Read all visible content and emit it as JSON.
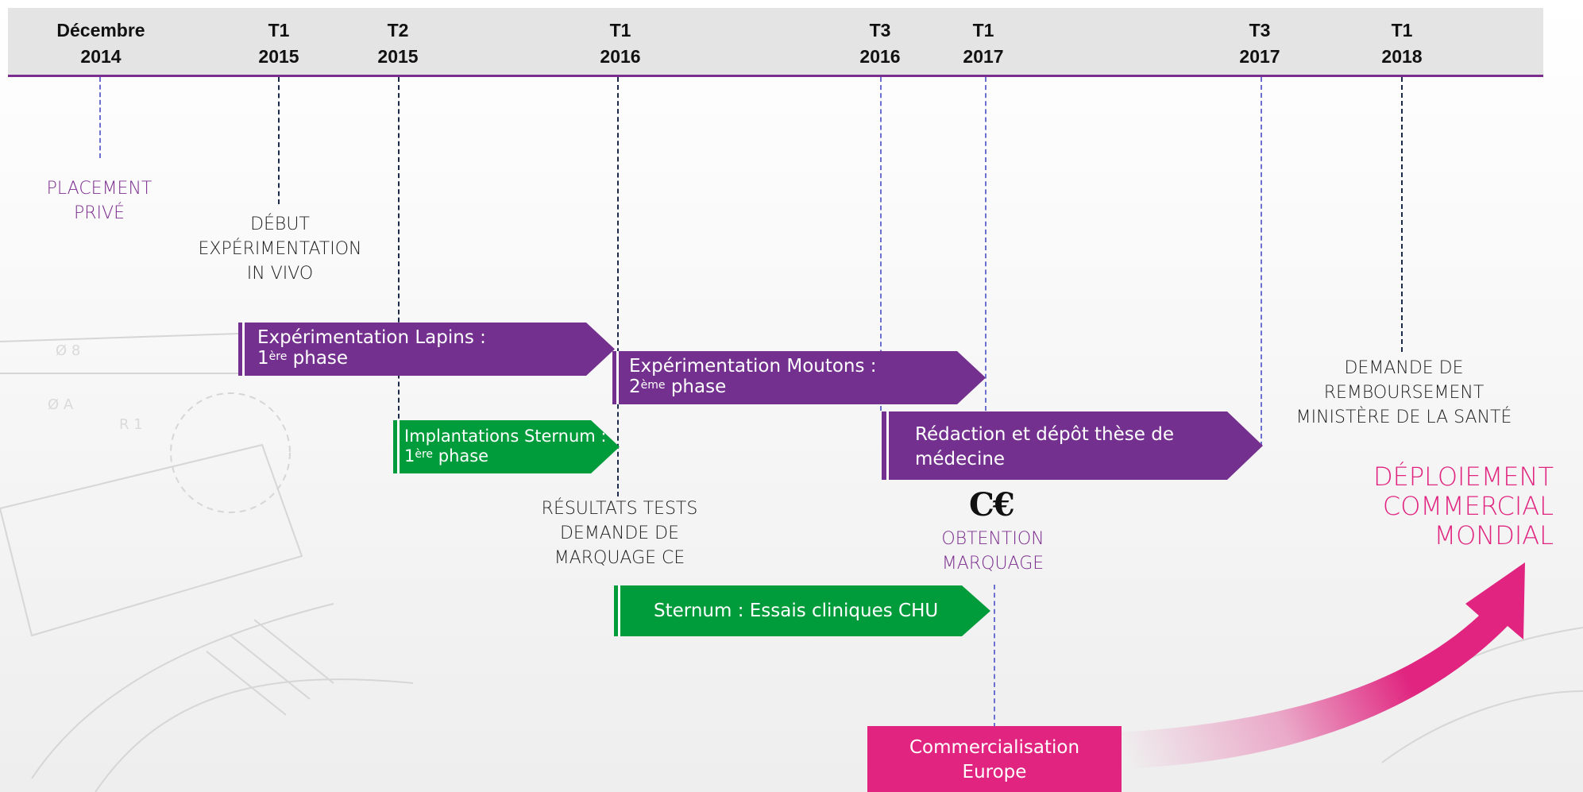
{
  "periods": [
    {
      "top": "Décembre",
      "year": "2014"
    },
    {
      "top": "T1",
      "year": "2015"
    },
    {
      "top": "T2",
      "year": "2015"
    },
    {
      "top": "T1",
      "year": "2016"
    },
    {
      "top": "T3",
      "year": "2016"
    },
    {
      "top": "T1",
      "year": "2017"
    },
    {
      "top": "T3",
      "year": "2017"
    },
    {
      "top": "T1",
      "year": "2018"
    }
  ],
  "milestones": {
    "placement": [
      "PLACEMENT",
      "PRIVÉ"
    ],
    "debut": [
      "DÉBUT",
      "EXPÉRIMENTATION",
      "IN VIVO"
    ],
    "resultats": [
      "RÉSULTATS TESTS",
      "DEMANDE DE",
      "MARQUAGE CE"
    ],
    "obtention": [
      "OBTENTION",
      "MARQUAGE"
    ],
    "remboursement": [
      "DEMANDE DE",
      "REMBOURSEMENT",
      "MINISTÈRE DE LA SANTÉ"
    ]
  },
  "bars": {
    "lapins": {
      "line1": "Expérimentation Lapins :",
      "ordinal": "1",
      "sup": "ère",
      "rest": " phase"
    },
    "moutons": {
      "line1": "Expérimentation Moutons :",
      "ordinal": "2",
      "sup": "ème",
      "rest": " phase"
    },
    "sternum": {
      "line1": "Implantations Sternum :",
      "ordinal": "1",
      "sup": "ère",
      "rest": " phase"
    },
    "these": {
      "line1": "Rédaction et dépôt thèse de",
      "line2": "médecine"
    },
    "essais": {
      "line1": "Sternum : Essais cliniques CHU"
    }
  },
  "ce_mark": "C€",
  "commercialisation": [
    "Commercialisation",
    "Europe"
  ],
  "deploiement": [
    "DÉPLOIEMENT",
    "COMMERCIAL",
    "MONDIAL"
  ],
  "colors": {
    "purple": "#73308e",
    "green": "#009c3b",
    "pink": "#e0247f",
    "header": "#e4e4e4"
  }
}
